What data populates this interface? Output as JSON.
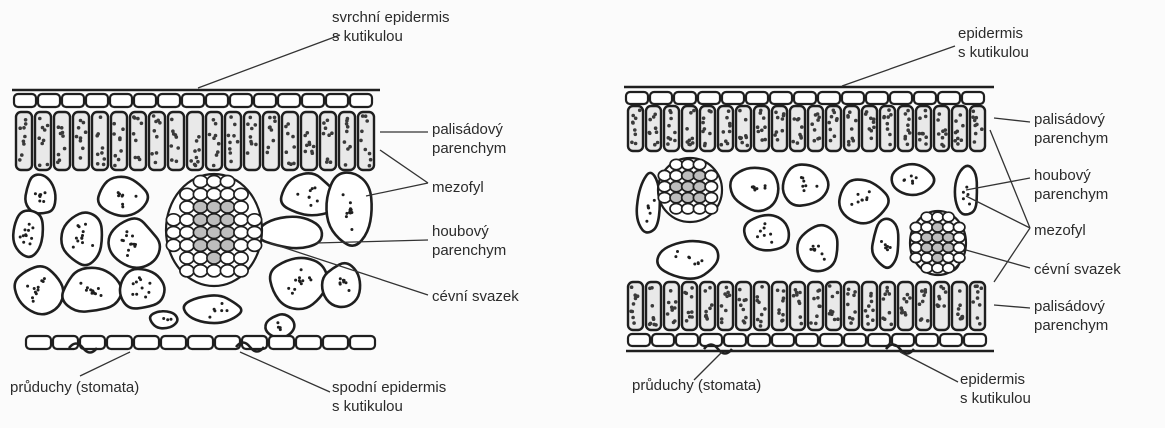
{
  "left_diagram": {
    "upper_epidermis": [
      "svrchní epidermis",
      "s kutikulou"
    ],
    "palisade": [
      "palisádový",
      "parenchym"
    ],
    "mesophyll": "mezofyl",
    "spongy": [
      "houbový",
      "parenchym"
    ],
    "vascular_bundle": "cévní svazek",
    "stomata": "průduchy (stomata)",
    "lower_epidermis": [
      "spodní epidermis",
      "s kutikulou"
    ]
  },
  "right_diagram": {
    "upper_epidermis": [
      "epidermis",
      "s kutikulou"
    ],
    "upper_palisade": [
      "palisádový",
      "parenchym"
    ],
    "spongy": [
      "houbový",
      "parenchym"
    ],
    "mesophyll": "mezofyl",
    "vascular_bundle": "cévní svazek",
    "lower_palisade": [
      "palisádový",
      "parenchym"
    ],
    "stomata": "průduchy (stomata)",
    "lower_epidermis": [
      "epidermis",
      "s kutikulou"
    ]
  },
  "colors": {
    "ink": "#1f1f1f",
    "cell_fill": "#ffffff",
    "background": "#fbfbfb"
  }
}
